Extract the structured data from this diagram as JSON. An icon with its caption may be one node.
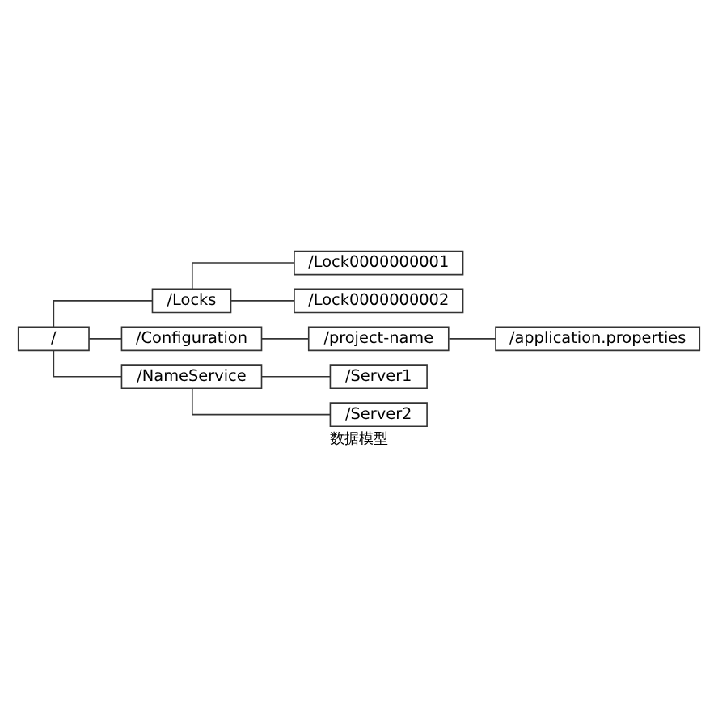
{
  "diagram": {
    "caption": "数据模型",
    "nodes": [
      {
        "text": [
          "/"
        ]
      },
      {
        "text": [
          "/Locks"
        ]
      },
      {
        "text": [
          "/Lock0000000001"
        ]
      },
      {
        "text": [
          "/Lock0000000002"
        ]
      },
      {
        "text": [
          "/Configuration"
        ]
      },
      {
        "text": [
          "/project-name"
        ]
      },
      {
        "text": [
          "/application.properties"
        ]
      },
      {
        "text": [
          "/NameService"
        ]
      },
      {
        "text": [
          "/Server1"
        ]
      },
      {
        "text": [
          "/Server2"
        ]
      }
    ],
    "edges": [
      {
        "from": 0,
        "to": 1,
        "arrow": "none"
      },
      {
        "from": 1,
        "to": 2,
        "arrow": "none"
      },
      {
        "from": 1,
        "to": 3,
        "arrow": "none"
      },
      {
        "from": 0,
        "to": 4,
        "arrow": "none"
      },
      {
        "from": 4,
        "to": 5,
        "arrow": "none"
      },
      {
        "from": 5,
        "to": 6,
        "arrow": "none"
      },
      {
        "from": 0,
        "to": 7,
        "arrow": "none"
      },
      {
        "from": 7,
        "to": 8,
        "arrow": "none"
      },
      {
        "from": 7,
        "to": 9,
        "arrow": "none"
      }
    ]
  }
}
